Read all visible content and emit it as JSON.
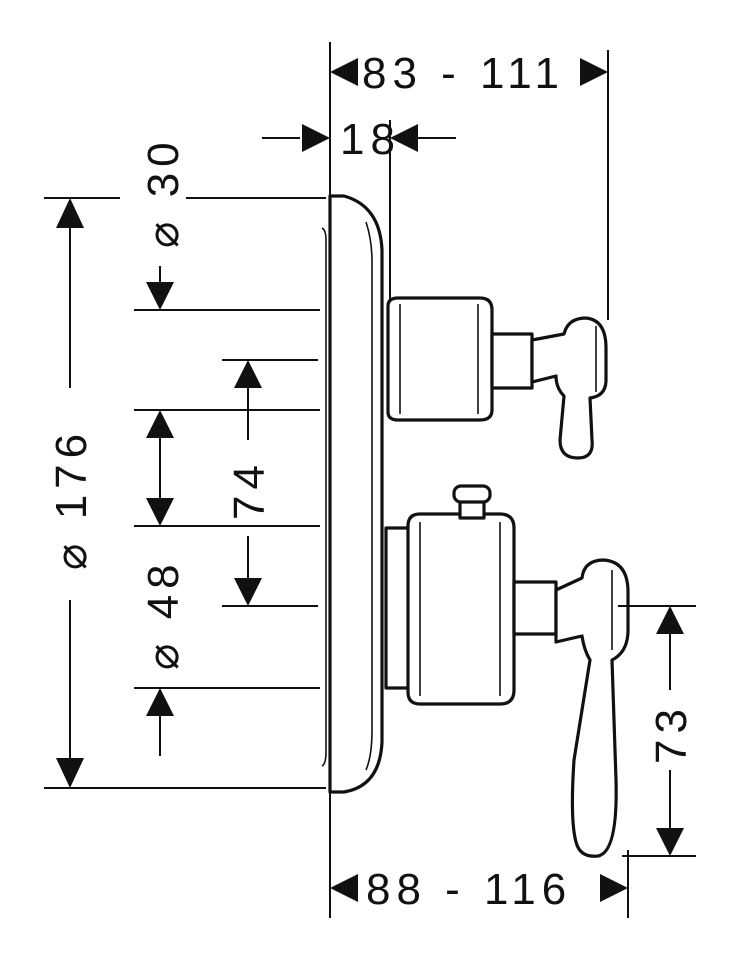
{
  "dimensions": {
    "top_depth_range": "83 - 111",
    "plate_depth": "18",
    "plate_diameter": "⌀ 176",
    "top_knob_diameter": "⌀ 30",
    "bottom_knob_diameter": "⌀ 48",
    "knob_spacing": "74",
    "bottom_depth_range": "88 - 116",
    "lever_height": "73"
  }
}
